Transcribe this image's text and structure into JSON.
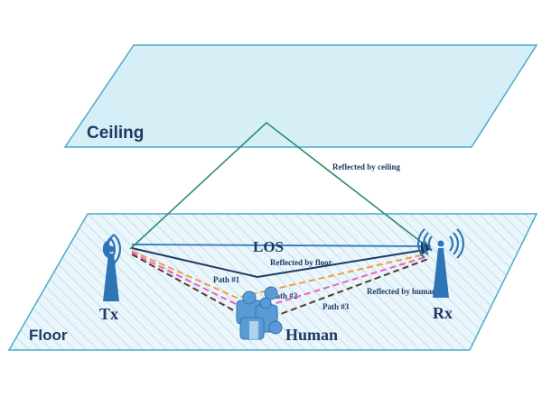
{
  "labels": {
    "ceiling": "Ceiling",
    "floor": "Floor",
    "reflected_ceiling": "Reflected by ceiling",
    "los": "LOS",
    "reflected_floor": "Reflected by floor",
    "path1": "Path #1",
    "path2": "Path #2",
    "path3": "Path #3",
    "reflected_human": "Reflected by human",
    "tx": "Tx",
    "rx": "Rx",
    "human": "Human"
  },
  "colors": {
    "ceiling_fill": "#d6eff7",
    "ceiling_stroke": "#4bacc6",
    "floor_fill": "#eaf6fb",
    "floor_stroke": "#4bacc6",
    "hatch": "#9ccbe0",
    "ceiling_path": "#2e8b6e",
    "los_path": "#1f3864",
    "floor_path": "#1f3864",
    "path1": "#f59a38",
    "path2": "#ee5fc2",
    "path3": "#5a3a1e",
    "antenna": "#2e75b6",
    "human": "#5b9bd5",
    "label_text": "#1f3864"
  },
  "icons": [
    "tx-antenna-icon",
    "rx-antenna-icon",
    "human-icon"
  ]
}
